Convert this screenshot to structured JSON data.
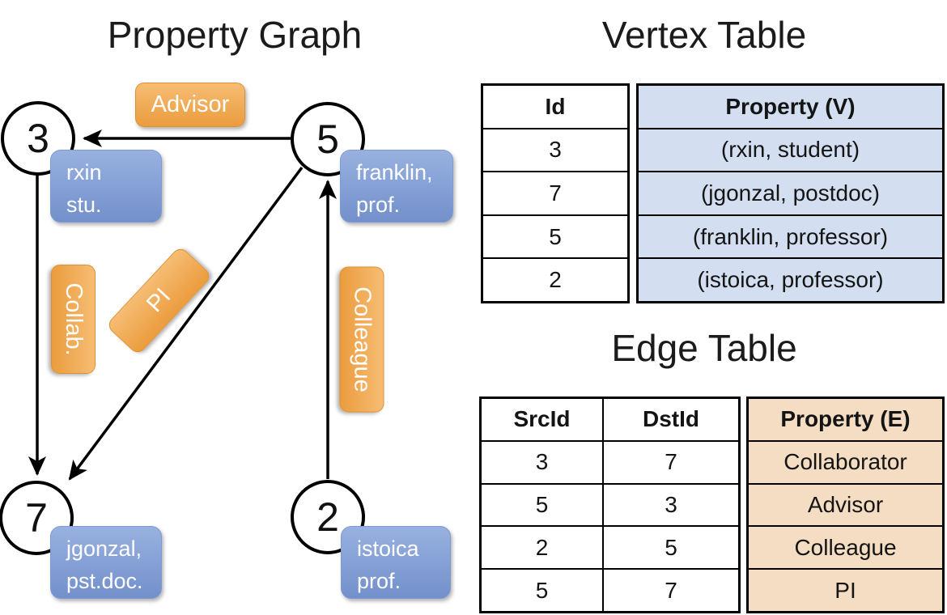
{
  "graph": {
    "title": "Property Graph",
    "nodes": {
      "n3": {
        "id": "3",
        "lines": [
          "rxin",
          "stu."
        ]
      },
      "n5": {
        "id": "5",
        "lines": [
          "franklin,",
          "prof."
        ]
      },
      "n7": {
        "id": "7",
        "lines": [
          "jgonzal,",
          "pst.doc."
        ]
      },
      "n2": {
        "id": "2",
        "lines": [
          "istoica",
          "prof."
        ]
      }
    },
    "edge_labels": {
      "advisor": "Advisor",
      "collab": "Collab.",
      "pi": "PI",
      "colleague": "Colleague"
    },
    "edges": [
      {
        "src": "5",
        "dst": "3",
        "label": "Advisor"
      },
      {
        "src": "3",
        "dst": "7",
        "label": "Collab."
      },
      {
        "src": "5",
        "dst": "7",
        "label": "PI"
      },
      {
        "src": "2",
        "dst": "5",
        "label": "Colleague"
      }
    ]
  },
  "vertex_table": {
    "title": "Vertex Table",
    "col_id": "Id",
    "col_property": "Property (V)",
    "rows": [
      {
        "id": "3",
        "property": "(rxin, student)"
      },
      {
        "id": "7",
        "property": "(jgonzal, postdoc)"
      },
      {
        "id": "5",
        "property": "(franklin, professor)"
      },
      {
        "id": "2",
        "property": "(istoica, professor)"
      }
    ]
  },
  "edge_table": {
    "title": "Edge Table",
    "col_src": "SrcId",
    "col_dst": "DstId",
    "col_property": "Property (E)",
    "rows": [
      {
        "src": "3",
        "dst": "7",
        "property": "Collaborator"
      },
      {
        "src": "5",
        "dst": "3",
        "property": "Advisor"
      },
      {
        "src": "2",
        "dst": "5",
        "property": "Colleague"
      },
      {
        "src": "5",
        "dst": "7",
        "property": "PI"
      }
    ]
  },
  "colors": {
    "orange_top": "#F6BD74",
    "orange_bottom": "#EB9C3D",
    "blue_top": "#98B1E0",
    "blue_bottom": "#7390CB",
    "vertex_table_fill": "#D3DFF1",
    "edge_table_fill": "#F5DDC3",
    "edge_stroke": "#000000"
  }
}
